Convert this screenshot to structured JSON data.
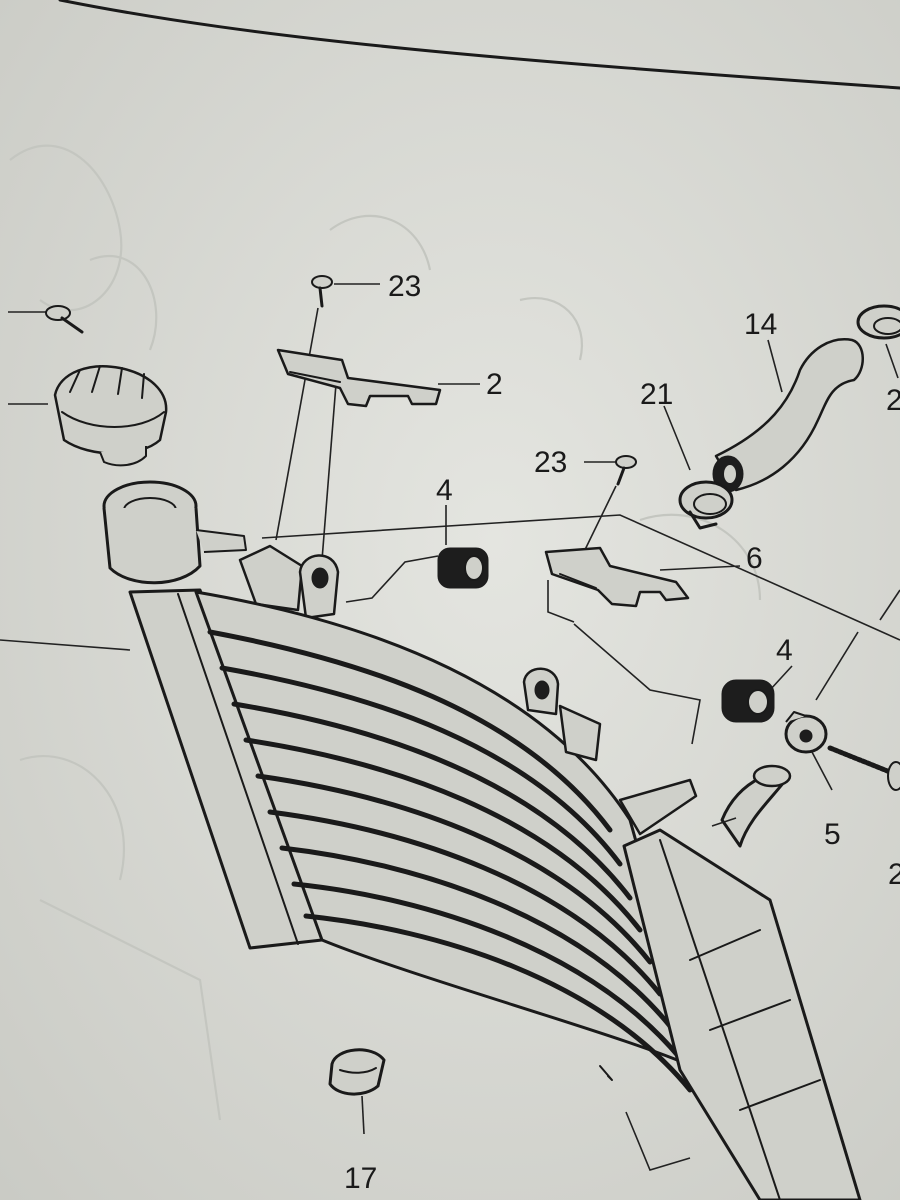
{
  "diagram": {
    "callouts": [
      {
        "id": "c23a",
        "label": "23"
      },
      {
        "id": "c2",
        "label": "2"
      },
      {
        "id": "c14",
        "label": "14"
      },
      {
        "id": "c21",
        "label": "21"
      },
      {
        "id": "c23b",
        "label": "23"
      },
      {
        "id": "c4a",
        "label": "4"
      },
      {
        "id": "c6",
        "label": "6"
      },
      {
        "id": "c4b",
        "label": "4"
      },
      {
        "id": "c5",
        "label": "5"
      },
      {
        "id": "c17",
        "label": "17"
      },
      {
        "id": "c2e",
        "label": "2"
      },
      {
        "id": "c2f",
        "label": "2"
      }
    ]
  }
}
